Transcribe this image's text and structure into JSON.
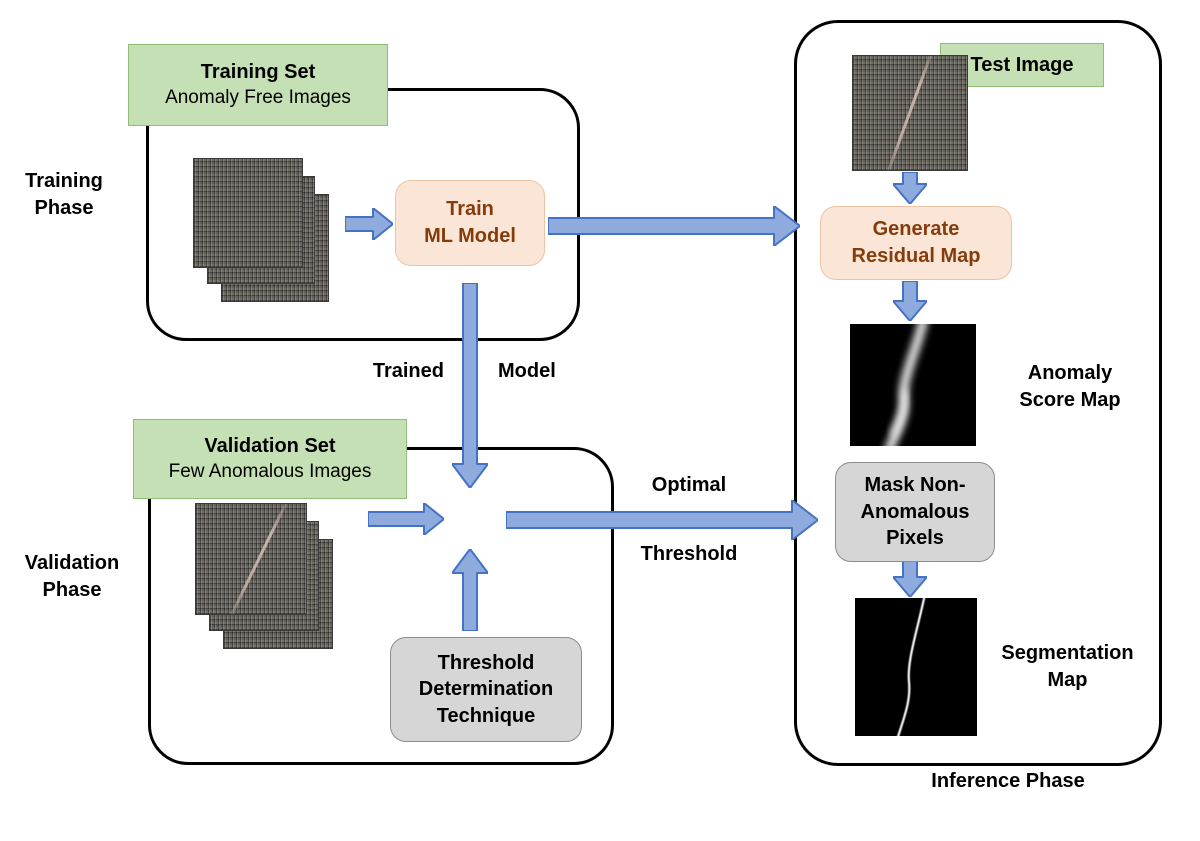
{
  "training": {
    "phase_label": "Training\nPhase",
    "set_title": "Training Set",
    "set_subtitle": "Anomaly Free Images",
    "train_model": "Train\nML Model"
  },
  "validation": {
    "phase_label": "Validation\nPhase",
    "set_title": "Validation Set",
    "set_subtitle": "Few Anomalous Images",
    "threshold_box": "Threshold\nDetermination\nTechnique"
  },
  "inference": {
    "phase_label": "Inference Phase",
    "test_image": "Test Image",
    "generate_residual": "Generate\nResidual Map",
    "anomaly_score_map": "Anomaly\nScore Map",
    "mask_box": "Mask Non-\nAnomalous\nPixels",
    "segmentation_map": "Segmentation\nMap"
  },
  "edge_labels": {
    "trained": "Trained",
    "model": "Model",
    "optimal": "Optimal",
    "threshold": "Threshold"
  },
  "colors": {
    "arrow_fill": "#8faadc",
    "arrow_stroke": "#4472c4",
    "green_fill": "#c5e0b4",
    "peach_fill": "#fbe5d6",
    "peach_text": "#843c0c",
    "gray_fill": "#d6d6d6",
    "container_border": "#000000"
  }
}
